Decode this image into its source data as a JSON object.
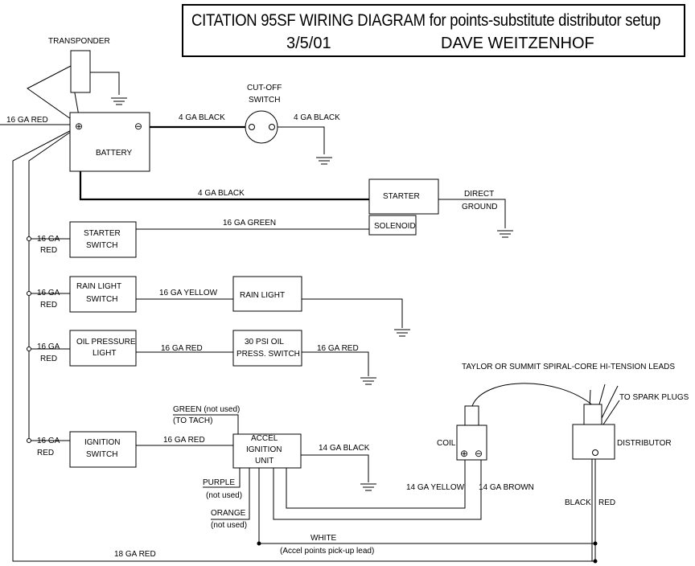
{
  "title": {
    "line1": "CITATION 95SF WIRING DIAGRAM for points-substitute distributor setup",
    "date": "3/5/01",
    "author": "DAVE WEITZENHOF"
  },
  "components": {
    "transponder": "TRANSPONDER",
    "battery": "BATTERY",
    "battery_pos": "⊕",
    "battery_neg": "⊖",
    "cutoff_1": "CUT-OFF",
    "cutoff_2": "SWITCH",
    "starter": "STARTER",
    "solenoid": "SOLENOID",
    "starter_switch_1": "STARTER",
    "starter_switch_2": "SWITCH",
    "rain_switch_1": "RAIN LIGHT",
    "rain_switch_2": "SWITCH",
    "rain_light": "RAIN LIGHT",
    "oil_light_1": "OIL PRESSURE",
    "oil_light_2": "LIGHT",
    "oil_switch_1": "30 PSI OIL",
    "oil_switch_2": "PRESS. SWITCH",
    "ignition_switch_1": "IGNITION",
    "ignition_switch_2": "SWITCH",
    "accel_1": "ACCEL",
    "accel_2": "IGNITION",
    "accel_3": "UNIT",
    "coil": "COIL",
    "coil_pos": "⊕",
    "coil_neg": "⊖",
    "distributor": "DISTRIBUTOR"
  },
  "wires": {
    "ga16_red_top": "16 GA RED",
    "black4_a": "4 GA BLACK",
    "black4_b": "4 GA BLACK",
    "black4_c": "4 GA BLACK",
    "direct": "DIRECT",
    "ground": "GROUND",
    "green16": "16 GA GREEN",
    "yellow16": "16 GA YELLOW",
    "red16_oil_a": "16 GA RED",
    "red16_oil_b": "16 GA RED",
    "red16_ign": "16 GA RED",
    "branch_16ga": "16 GA",
    "branch_red": "RED",
    "green_nu_1": "GREEN (not used)",
    "green_nu_2": "(TO TACH)",
    "purple": "PURPLE",
    "purple_nu": "(not used)",
    "orange": "ORANGE",
    "orange_nu": "(not used)",
    "black14": "14 GA BLACK",
    "yellow14": "14 GA YELLOW",
    "brown14": "14 GA BROWN",
    "ht_leads": "TAYLOR OR SUMMIT SPIRAL-CORE HI-TENSION LEADS",
    "spark": "TO SPARK PLUGS",
    "black": "BLACK",
    "red": "RED",
    "white": "WHITE",
    "pickup": "(Accel points pick-up lead)",
    "red18": "18 GA RED"
  }
}
